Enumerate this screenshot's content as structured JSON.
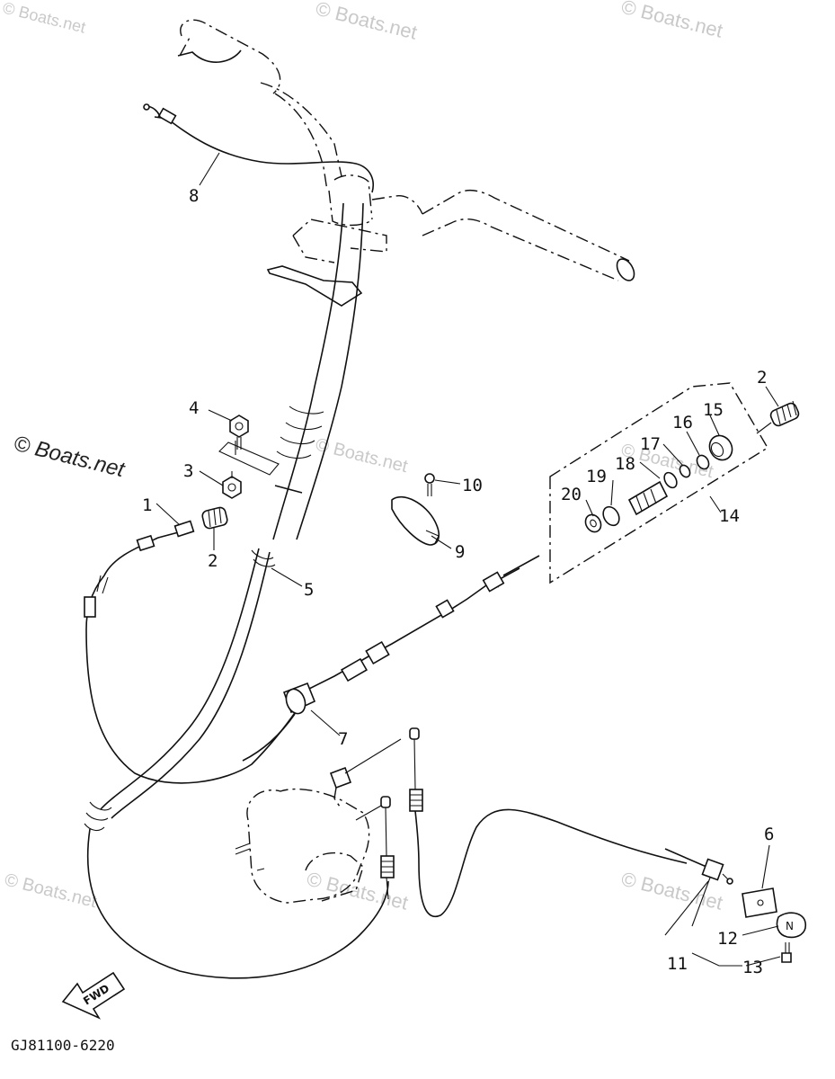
{
  "watermark": {
    "text": "© Boats.net"
  },
  "callouts": [
    "1",
    "2",
    "2",
    "3",
    "4",
    "5",
    "6",
    "7",
    "8",
    "9",
    "10",
    "11",
    "12",
    "13",
    "14",
    "15",
    "16",
    "17",
    "18",
    "19",
    "20"
  ],
  "fwd_label": "FWD",
  "cap_letter": "N",
  "drawing_code": "GJ81100-6220"
}
